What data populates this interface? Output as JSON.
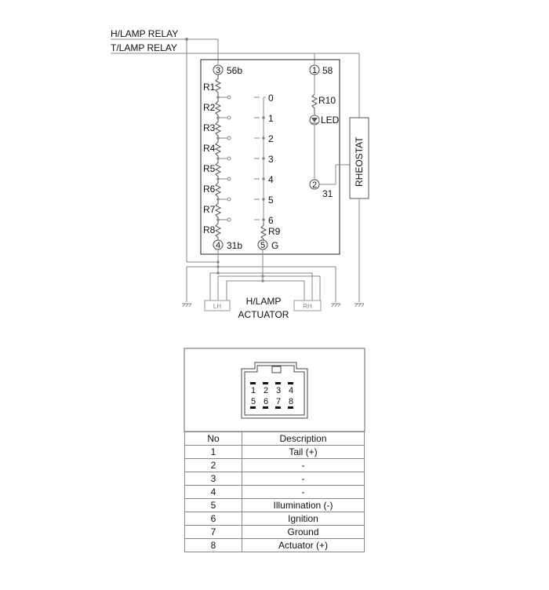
{
  "diagram": {
    "hlamp_relay": "H/LAMP RELAY",
    "tlamp_relay": "T/LAMP RELAY",
    "rheostat": "RHEOSTAT",
    "pin3_label": "56b",
    "pin1_label": "58",
    "pin2_label": "31",
    "pin4_label": "31b",
    "pin5_label": "G",
    "pin_circles": [
      "3",
      "1",
      "2",
      "4",
      "5"
    ],
    "resistors": [
      "R1",
      "R2",
      "R3",
      "R4",
      "R5",
      "R6",
      "R7",
      "R8"
    ],
    "r9": "R9",
    "r10": "R10",
    "led": "LED",
    "steps": [
      "0",
      "1",
      "2",
      "3",
      "4",
      "5",
      "6"
    ],
    "actuator_line1": "H/LAMP",
    "actuator_line2": "ACTUATOR",
    "lh": "LH",
    "rh": "RH"
  },
  "connector": {
    "pins_top": [
      "1",
      "2",
      "3",
      "4"
    ],
    "pins_bottom": [
      "5",
      "6",
      "7",
      "8"
    ]
  },
  "table": {
    "headers": [
      "No",
      "Description"
    ],
    "rows": [
      [
        "1",
        "Tail (+)"
      ],
      [
        "2",
        "-"
      ],
      [
        "3",
        "-"
      ],
      [
        "4",
        "-"
      ],
      [
        "5",
        "Illumination (-)"
      ],
      [
        "6",
        "Ignition"
      ],
      [
        "7",
        "Ground"
      ],
      [
        "8",
        "Actuator (+)"
      ]
    ]
  }
}
